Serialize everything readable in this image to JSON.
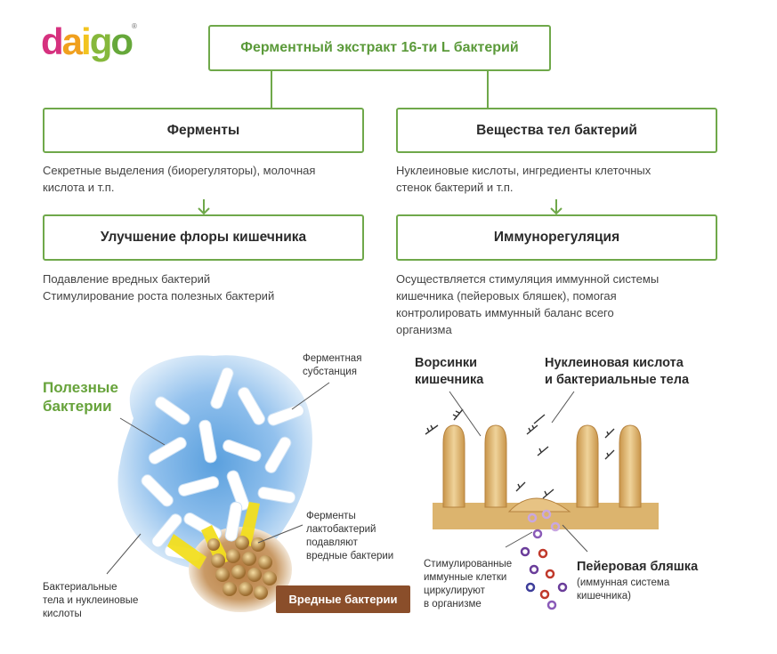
{
  "logo": {
    "parts": [
      "d",
      "a",
      "i",
      "g",
      "o"
    ],
    "reg": "®"
  },
  "top_box": "Ферментный экстракт 16-ти L бактерий",
  "left_column": {
    "box": "Ферменты",
    "desc": [
      "Секретные выделения (биорегуляторы), молочная",
      "кислота и т.п."
    ],
    "result_box": "Улучшение флоры кишечника",
    "result_desc": [
      "Подавление вредных бактерий",
      "Стимулирование роста полезных бактерий"
    ]
  },
  "right_column": {
    "box": "Вещества тел бактерий",
    "desc": [
      "Нуклеиновые кислоты, ингредиенты клеточных",
      "стенок бактерий и т.п."
    ],
    "result_box": "Иммунорегуляция",
    "result_desc": [
      "Осуществляется стимуляция иммунной системы",
      "кишечника (пейеровых бляшек), помогая",
      "контролировать иммунный баланс всего",
      "организма"
    ]
  },
  "illustration_left": {
    "useful_bacteria": [
      "Полезные",
      "бактерии"
    ],
    "enzyme_substance": [
      "Ферментная",
      "субстанция"
    ],
    "enzymes_suppress": [
      "Ферменты",
      "лактобактерий",
      "подавляют",
      "вредные бактерии"
    ],
    "bacterial_bodies": [
      "Бактериальные",
      "тела и нуклеиновые",
      "кислоты"
    ],
    "harmful_bacteria": "Вредные бактерии"
  },
  "illustration_right": {
    "villi": [
      "Ворсинки",
      "кишечника"
    ],
    "nucleic": [
      "Нуклеиновая кислота",
      "и бактериальные тела"
    ],
    "stimulated": [
      "Стимулированные",
      "иммунные клетки",
      "циркулируют",
      "в организме"
    ],
    "peyer_title": "Пейеровая бляшка",
    "peyer_sub": [
      "(иммунная система",
      "кишечника)"
    ]
  },
  "colors": {
    "green": "#6fa84a",
    "harmful": "#8a4e2a",
    "villus": "#e3bf7e"
  }
}
